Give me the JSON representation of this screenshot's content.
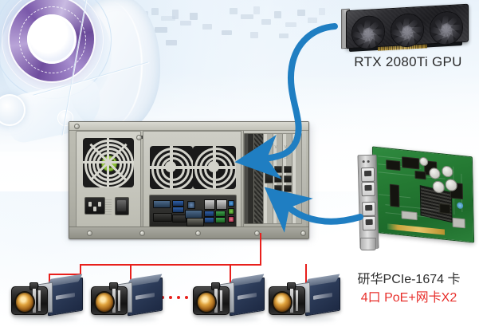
{
  "diagram": {
    "title": "Machine vision system architecture",
    "background": {
      "graphic": "ai-robot-head-eye",
      "colors": {
        "tint": "#e8f2fb",
        "base": "#ffffff"
      }
    },
    "labels": {
      "gpu": "RTX 2080Ti GPU",
      "nic_line1": "研华PCIe-1674 卡",
      "nic_line2": "4口 PoE+网卡X2"
    },
    "colors": {
      "gpu_label_text": "#2b2b2b",
      "nic_label_text": "#2b2b2b",
      "nic_sub_text": "#e8302c",
      "arrow_blue": "#1f7ec2",
      "connector_red": "#e8201c",
      "chassis_grey": "#b4b4aa",
      "pcb_green": "#257a33",
      "camera_blue": "#2b3a57"
    },
    "components": [
      {
        "id": "industrial-pc",
        "name": "Rackmount industrial PC rear panel",
        "ports": [
          "PSU fan",
          "IEC power inlet",
          "power switch",
          "serial",
          "USB",
          "VGA",
          "DVI",
          "RJ45 LAN",
          "audio jacks"
        ]
      },
      {
        "id": "gpu",
        "name": "RTX 2080Ti GPU",
        "detail": "triple-fan graphics card"
      },
      {
        "id": "nic",
        "name": "PCIe-1674 network card",
        "detail": "4-port PoE gigabit Ethernet card"
      },
      {
        "id": "cameras",
        "name": "Industrial machine vision cameras",
        "count_visible": 4,
        "ellipsis": "more cameras"
      }
    ],
    "connections": [
      {
        "from": "gpu",
        "to": "industrial-pc",
        "style": "blue-arrow"
      },
      {
        "from": "nic",
        "to": "industrial-pc",
        "style": "blue-arrow"
      },
      {
        "from": "industrial-pc",
        "to": "cameras",
        "style": "red-bus-tree"
      }
    ],
    "ellipsis_dot_count": 5
  }
}
